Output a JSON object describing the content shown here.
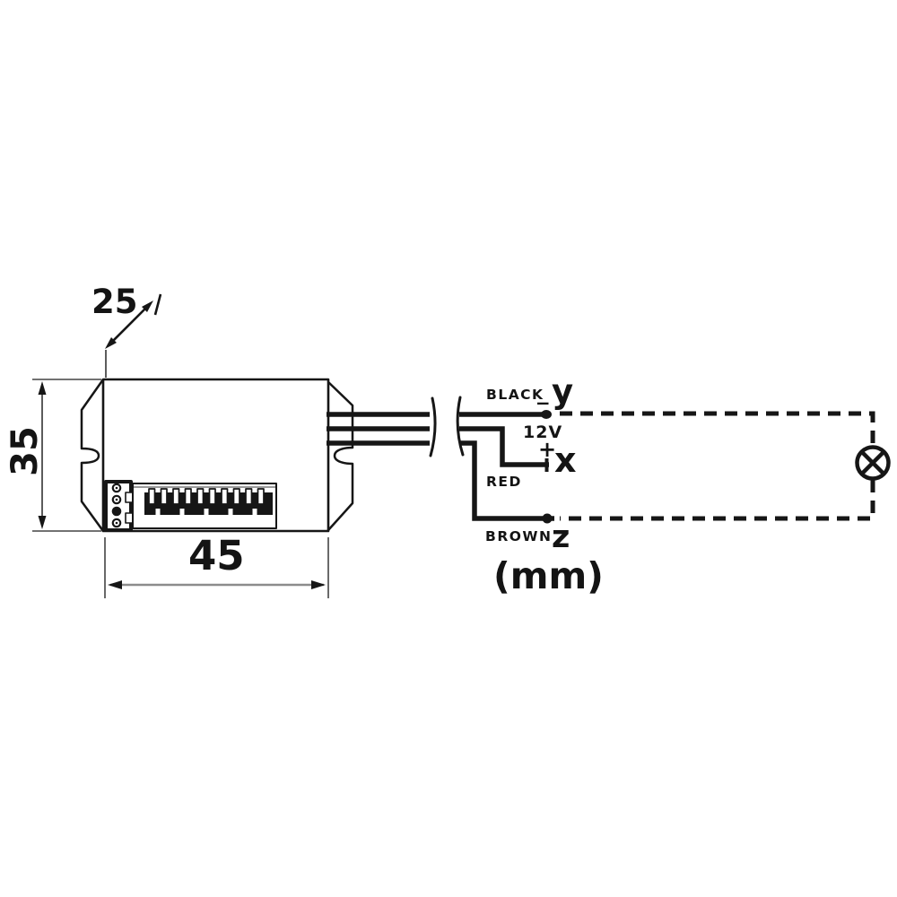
{
  "diagram": {
    "type": "wiring-dimension-diagram",
    "units_label": "(mm)",
    "dimensions": {
      "depth": "25",
      "height": "35",
      "width": "45"
    },
    "wiring": {
      "black_label": "BLACK",
      "red_label": "RED",
      "brown_label": "BROWN",
      "voltage_label": "12V",
      "minus_label": "_",
      "plus_label": "+",
      "terminal_y": "y",
      "terminal_x": "x",
      "terminal_z": "z"
    },
    "icons": {
      "lamp": "lamp-icon (circle with X, load/bulb symbol)",
      "cable_break": "cable-break-icon (parenthesis pair over wires)",
      "terminal_block": "terminal-block-icon (4-pin connector)",
      "dip_switch": "dip-switch-icon (comb of switch levers)"
    },
    "colors": {
      "line": "#161616",
      "dim_line": "#8c8c8c",
      "background": "#ffffff"
    }
  }
}
